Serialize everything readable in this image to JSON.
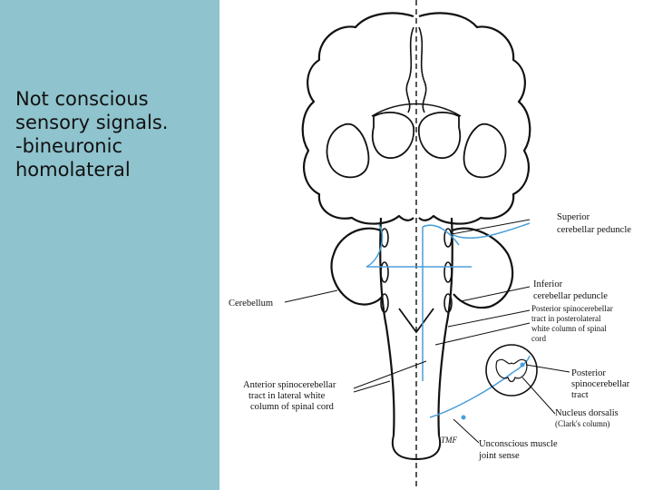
{
  "slide": {
    "text_lines": [
      "Not conscious",
      "sensory signals.",
      "-bineuronic",
      "homolateral"
    ]
  },
  "figure": {
    "labels": {
      "superior_1": "Superior",
      "superior_2": "cerebellar peduncle",
      "inferior_1": "Inferior",
      "inferior_2": "cerebellar peduncle",
      "post_tract_1": "Posterior spinocerebellar",
      "post_tract_2": "tract in posterolateral",
      "post_tract_3": "white column of spinal",
      "post_tract_4": "cord",
      "cerebellum": "Cerebellum",
      "anterior_1": "Anterior spinocerebellar",
      "anterior_2": "tract in  lateral white",
      "anterior_3": "column of spinal cord",
      "post_small_1": "Posterior",
      "post_small_2": "spinocerebellar",
      "post_small_3": "tract",
      "nucleus_1": "Nucleus dorsalis",
      "nucleus_2": "(Clark's column)",
      "unconscious_1": "Unconscious muscle",
      "unconscious_2": "joint sense",
      "initials": "TMF"
    },
    "colors": {
      "sidebar": "#8fc3cd",
      "pathway": "#4a9fd8",
      "outline": "#111111"
    }
  }
}
